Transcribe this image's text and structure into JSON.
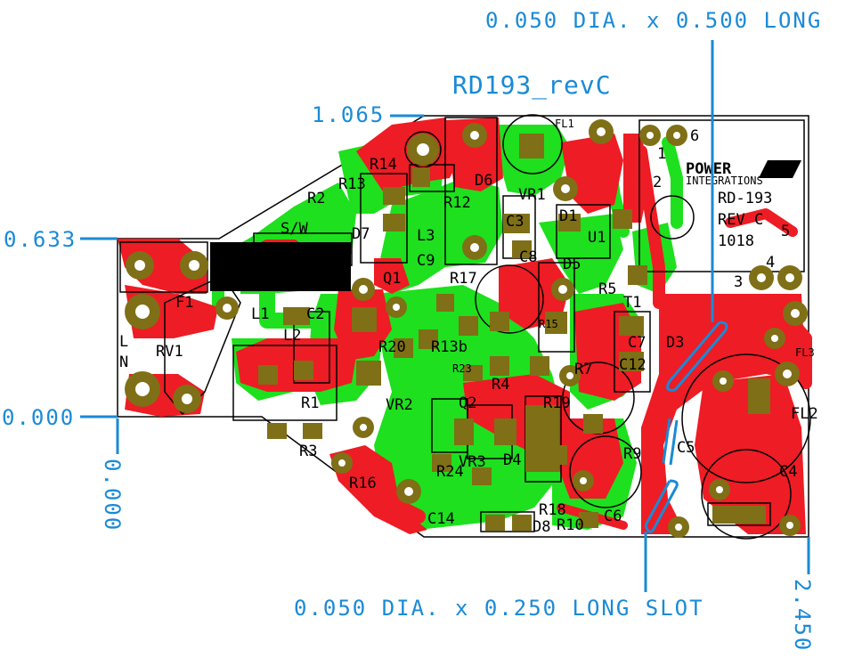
{
  "title": "RD193_revC",
  "dimensions": {
    "top_label": "0.050 DIA. x 0.500 LONG",
    "bottom_label": "0.050 DIA. x 0.250 LONG SLOT",
    "y_1065": "1.065",
    "y_0633": "0.633",
    "y_0000": "0.000",
    "x_0000": "0.000",
    "x_2450": "2.450"
  },
  "silkscreen": {
    "refdes": [
      "F1",
      "RV1",
      "L",
      "N",
      "L1",
      "L2",
      "R2",
      "R3",
      "R1",
      "C2",
      "R14",
      "R13",
      "D7",
      "R12",
      "D6",
      "VR1",
      "C3",
      "D1",
      "FL1",
      "L3",
      "C9",
      "C8",
      "D5",
      "U1",
      "Q1",
      "R17",
      "R5",
      "R15",
      "T1",
      "C7",
      "D3",
      "R20",
      "R13b",
      "R23",
      "R4",
      "R7",
      "C12",
      "VR2",
      "Q2",
      "R19",
      "VR3",
      "R16",
      "R24",
      "D4",
      "R9",
      "C5",
      "C4",
      "C14",
      "D8",
      "R18",
      "R10",
      "C6",
      "FL2",
      "FL3",
      "S/W"
    ],
    "logo_text": "POWER",
    "logo_sub": "INTEGRATIONS",
    "board_id": "RD-193",
    "rev": "REV C",
    "datecode": "1018",
    "pins": [
      "6",
      "1",
      "2",
      "5",
      "4",
      "3"
    ]
  },
  "colors": {
    "top_copper": "#ee1c24",
    "bottom_copper": "#1ee01e",
    "pads": "#7f6f16",
    "dimension": "#1a8ad6",
    "silk": "#000000"
  }
}
